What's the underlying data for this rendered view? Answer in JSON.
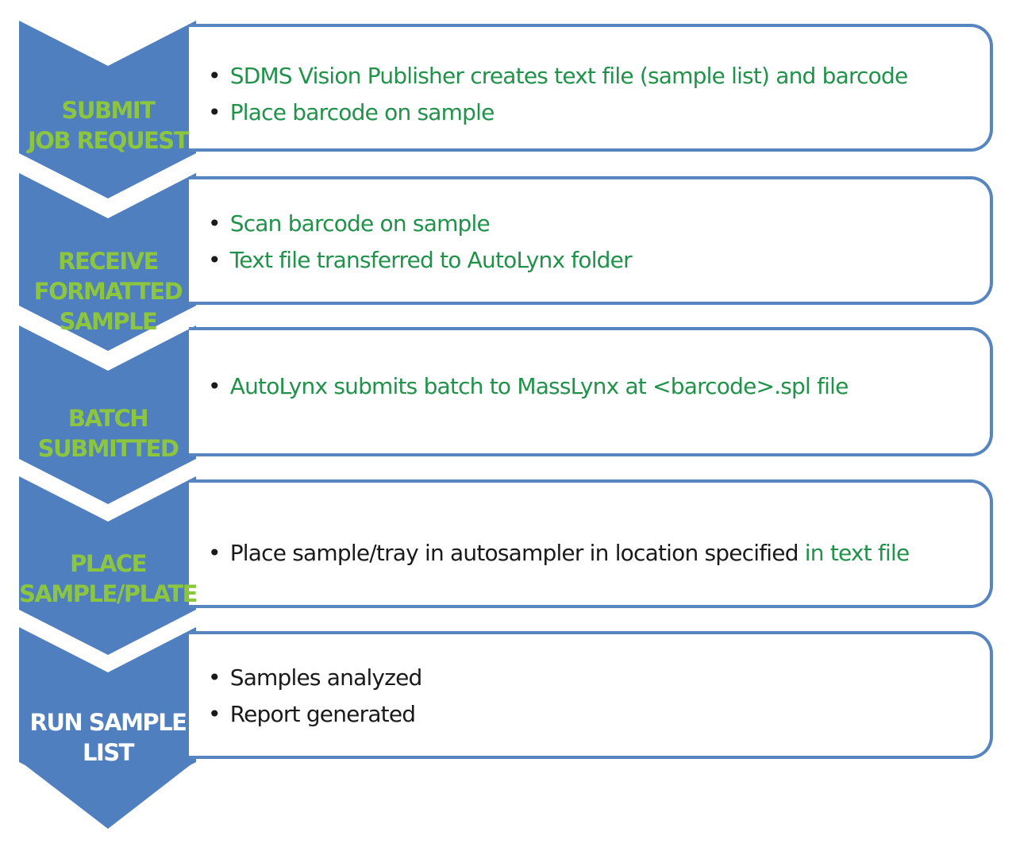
{
  "colors": {
    "chevron_fill": "#4f7fbf",
    "box_border": "#5785c0",
    "label_green": "#8cc63f",
    "label_white": "#ffffff",
    "text_green": "#20924a",
    "text_black": "#1a1a1a"
  },
  "steps": [
    {
      "label_lines": [
        "SUBMIT",
        "JOB REQUEST"
      ],
      "label_color": "#8cc63f",
      "bullets": [
        {
          "parts": [
            {
              "text": "SDMS Vision Publisher creates text file (sample list) and barcode",
              "color": "green"
            }
          ]
        },
        {
          "parts": [
            {
              "text": "Place barcode on sample",
              "color": "green"
            }
          ]
        }
      ]
    },
    {
      "label_lines": [
        "RECEIVE",
        "FORMATTED",
        "SAMPLE"
      ],
      "label_color": "#8cc63f",
      "bullets": [
        {
          "parts": [
            {
              "text": "Scan barcode on sample",
              "color": "green"
            }
          ]
        },
        {
          "parts": [
            {
              "text": "Text file transferred to AutoLynx folder",
              "color": "green"
            }
          ]
        }
      ]
    },
    {
      "label_lines": [
        "BATCH",
        "SUBMITTED"
      ],
      "label_color": "#8cc63f",
      "bullets": [
        {
          "parts": [
            {
              "text": "AutoLynx submits batch to MassLynx at <barcode>.spl file",
              "color": "green"
            }
          ]
        }
      ]
    },
    {
      "label_lines": [
        "PLACE",
        "SAMPLE/PLATE"
      ],
      "label_color": "#8cc63f",
      "bullets": [
        {
          "parts": [
            {
              "text": "Place sample/tray in autosampler in location specified ",
              "color": "black"
            },
            {
              "text": "in text file",
              "color": "green"
            }
          ]
        }
      ]
    },
    {
      "label_lines": [
        "RUN SAMPLE",
        "LIST"
      ],
      "label_color": "#ffffff",
      "bullets": [
        {
          "parts": [
            {
              "text": "Samples analyzed",
              "color": "black"
            }
          ]
        },
        {
          "parts": [
            {
              "text": "Report generated",
              "color": "black"
            }
          ]
        }
      ]
    }
  ]
}
